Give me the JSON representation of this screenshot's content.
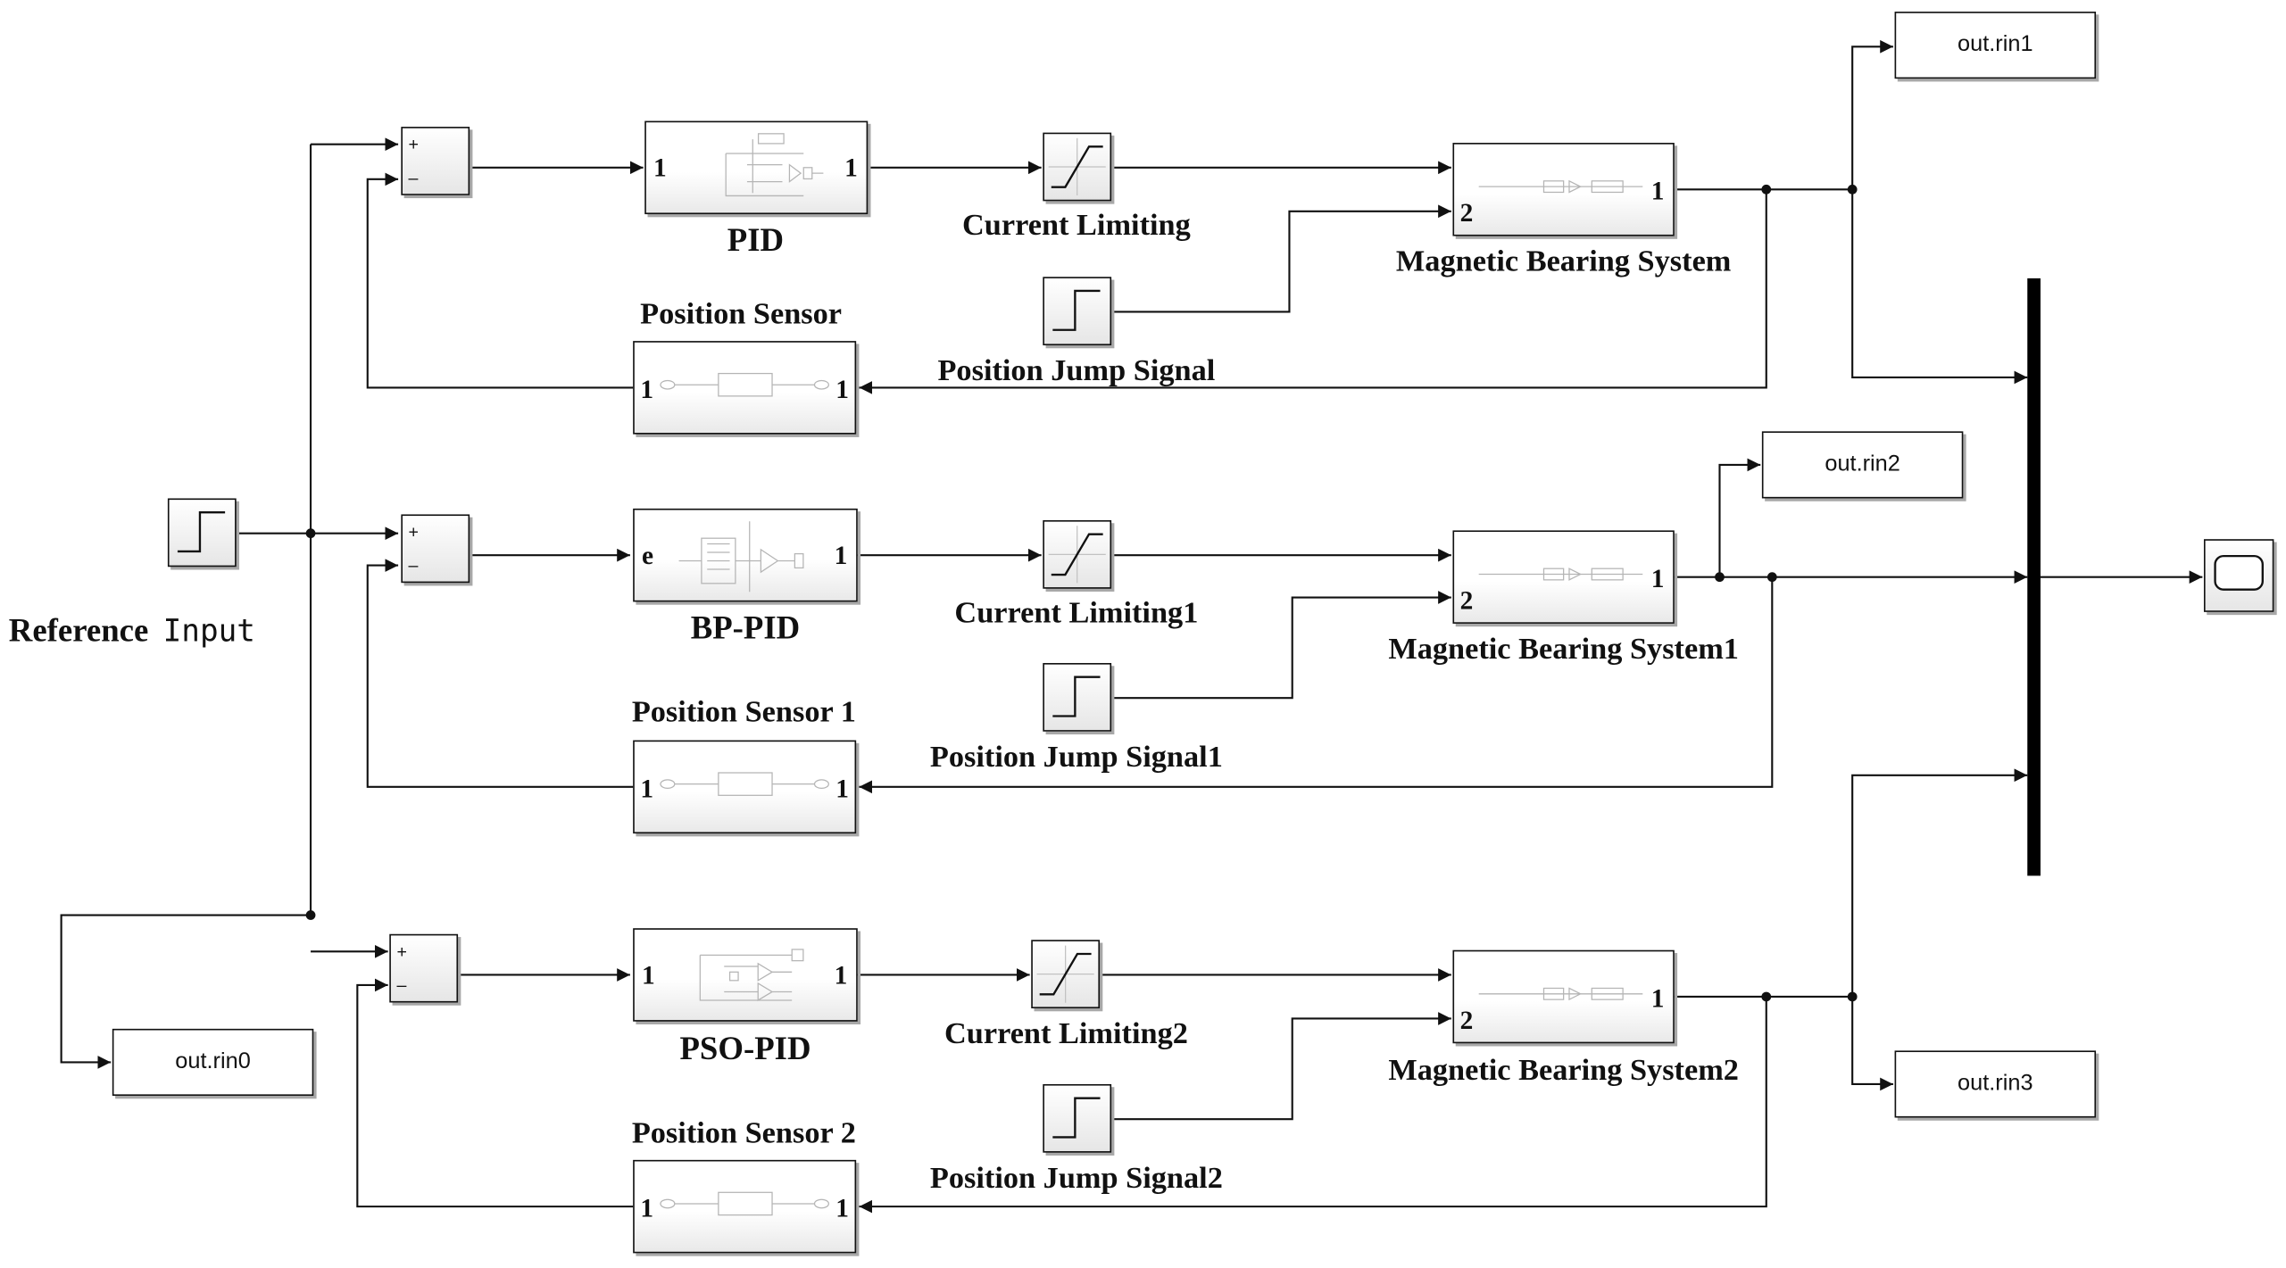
{
  "diagram": {
    "reference_input": {
      "word1": "Reference",
      "word2": "Input"
    },
    "labels": {
      "pid": "PID",
      "bp_pid": "BP-PID",
      "pso_pid": "PSO-PID",
      "current_limiting": "Current Limiting",
      "current_limiting1": "Current Limiting1",
      "current_limiting2": "Current Limiting2",
      "magnetic_bearing_system": "Magnetic Bearing  System",
      "magnetic_bearing_system1": "Magnetic Bearing  System1",
      "magnetic_bearing_system2": "Magnetic Bearing  System2",
      "position_sensor": "Position Sensor",
      "position_sensor1": "Position Sensor 1",
      "position_sensor2": "Position Sensor 2",
      "position_jump_signal": "Position Jump Signal",
      "position_jump_signal1": "Position Jump Signal1",
      "position_jump_signal2": "Position Jump Signal2"
    },
    "outputs": {
      "rin0": "out.rin0",
      "rin1": "out.rin1",
      "rin2": "out.rin2",
      "rin3": "out.rin3"
    },
    "ports": {
      "one": "1",
      "two": "2",
      "e": "e"
    },
    "signs": {
      "plus": "+",
      "minus": "–"
    }
  }
}
